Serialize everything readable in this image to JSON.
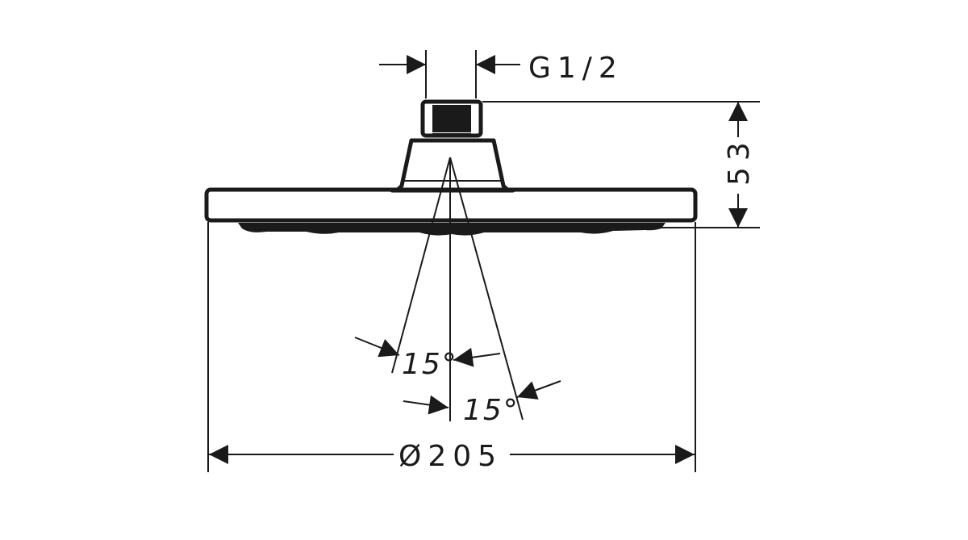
{
  "dimensions": {
    "thread": "G1/2",
    "height": "53",
    "angle_inner": "15°",
    "angle_outer": "15°",
    "diameter": "Ø205"
  },
  "colors": {
    "line": "#1a1a1a",
    "background": "#ffffff"
  }
}
